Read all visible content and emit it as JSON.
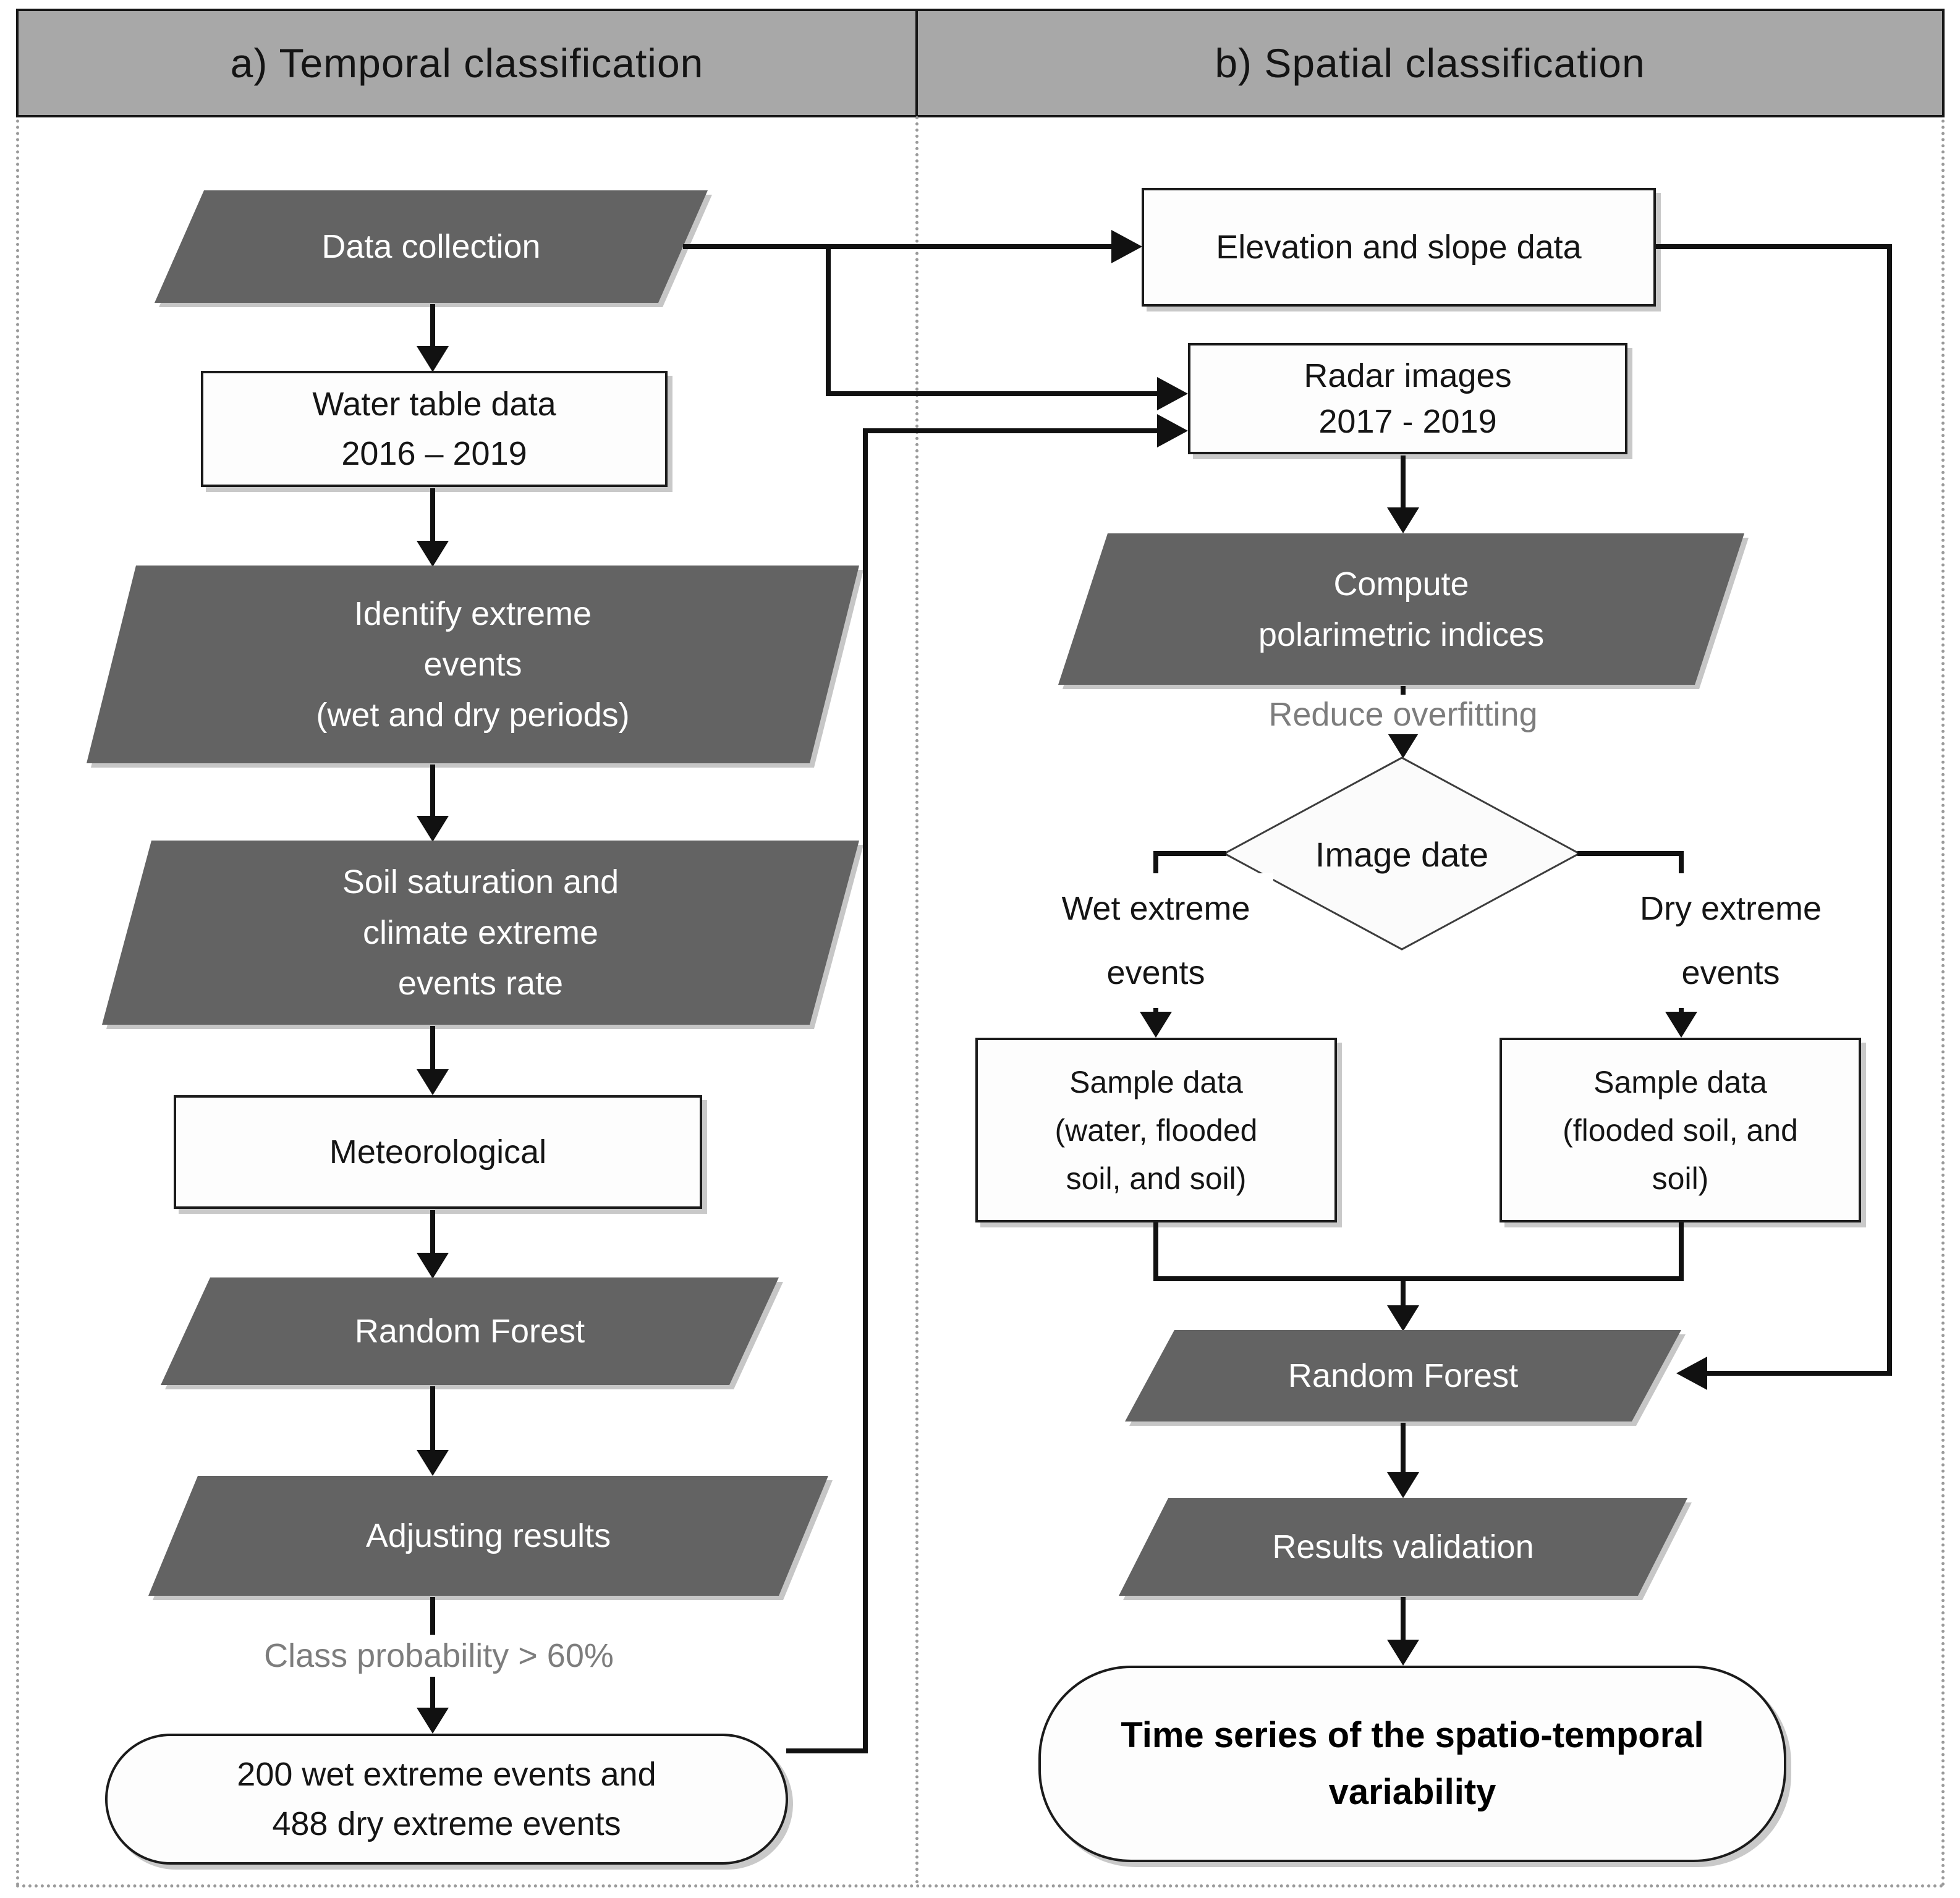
{
  "header": {
    "temporal": "a) Temporal classification",
    "spatial": "b) Spatial classification"
  },
  "temporal": {
    "data_collection": "Data collection",
    "water_table": [
      "Water table data",
      "2016 – 2019"
    ],
    "identify": [
      "Identify extreme",
      "events",
      "(wet and dry periods)"
    ],
    "soil": [
      "Soil saturation and",
      "climate extreme",
      "events rate"
    ],
    "meteorological": "Meteorological",
    "random_forest": "Random Forest",
    "adjusting": "Adjusting results",
    "class_probability": "Class probability > 60%",
    "result": [
      "200 wet extreme events and",
      "488 dry extreme events"
    ]
  },
  "spatial": {
    "elevation": "Elevation and slope data",
    "radar": [
      "Radar images",
      "2017 - 2019"
    ],
    "compute": [
      "Compute",
      "polarimetric indices"
    ],
    "reduce_overfitting": "Reduce overfitting",
    "image_date": "Image date",
    "wet_branch": [
      "Wet extreme",
      "events"
    ],
    "dry_branch": [
      "Dry extreme",
      "events"
    ],
    "sample_wet": [
      "Sample data",
      "(water, flooded",
      "soil, and soil)"
    ],
    "sample_dry": [
      "Sample data",
      "(flooded soil, and",
      "soil)"
    ],
    "random_forest": "Random Forest",
    "results_validation": "Results validation",
    "final": [
      "Time series of the spatio-temporal",
      "variability"
    ]
  },
  "colors": {
    "process_fill": "#636363",
    "process_text": "#ffffff",
    "box_border": "#1b1b1b",
    "header_fill": "#a8a8a8",
    "connector": "#111111",
    "muted_label": "#7d7d7d",
    "shadow": "#c9c9c9"
  }
}
